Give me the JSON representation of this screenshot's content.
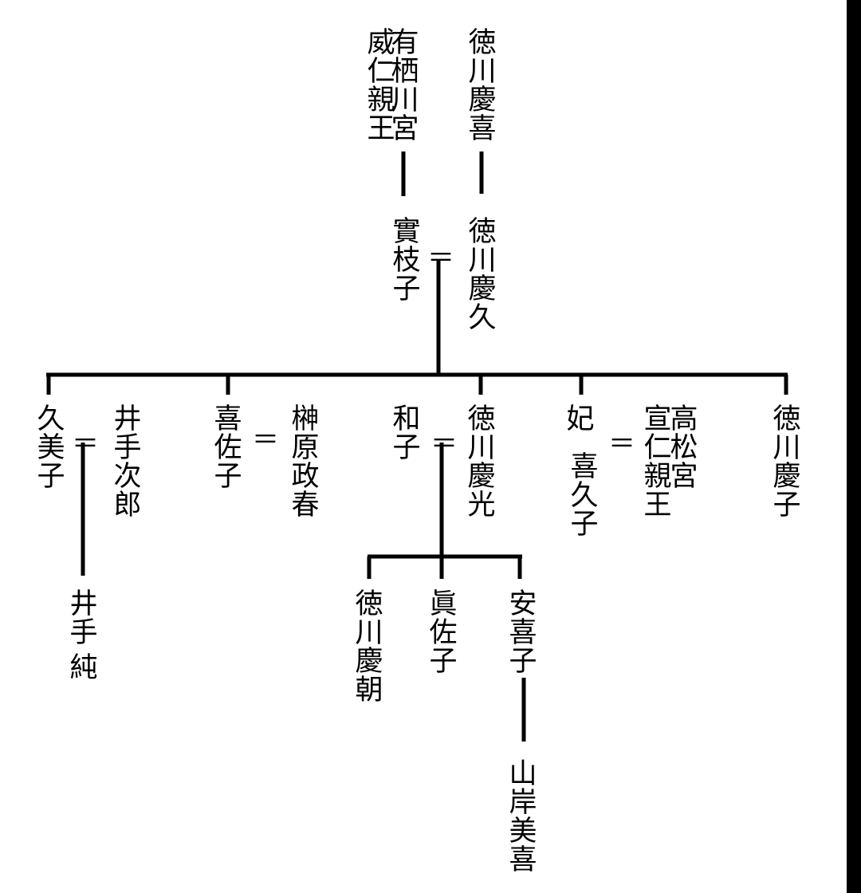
{
  "colors": {
    "ink": "#000000",
    "background": "#ffffff",
    "edge_bar": "#000000"
  },
  "names": {
    "tokugawa_yoshinobu": "徳\n川\n慶\n喜",
    "arisugawa_takehito": "有\n栖\n川\n宮",
    "arisugawa_takehito_2": "威\n仁\n親\n王",
    "tokugawa_yoshihisa": "徳\n川\n慶\n久",
    "saneko": "實\n枝\n子",
    "kumiko": "久\n美\n子",
    "ide_jiro": "井\n手\n次\n郎",
    "kisako": "喜\n佐\n子",
    "sakakibara_masaharu": "榊\n原\n政\n春",
    "kazuko": "和\n子",
    "tokugawa_yoshimitsu": "徳\n川\n慶\n光",
    "kikuko_prefix": "妃",
    "kikuko": "喜\n久\n子",
    "takamatsu_nobuhito": "高\n松\n宮",
    "takamatsu_nobuhito_2": "宣\n仁\n親\n王",
    "tokugawa_yoshiko": "徳\n川\n慶\n子",
    "ide_jun_surname": "井\n手",
    "ide_jun_given": "純",
    "tokugawa_yoshitomo": "徳\n川\n慶\n朝",
    "masako": "眞\n佐\n子",
    "akiko": "安\n喜\n子",
    "yamagishi_miki": "山\n岸\n美\n喜"
  },
  "marriage_symbol": "＝"
}
